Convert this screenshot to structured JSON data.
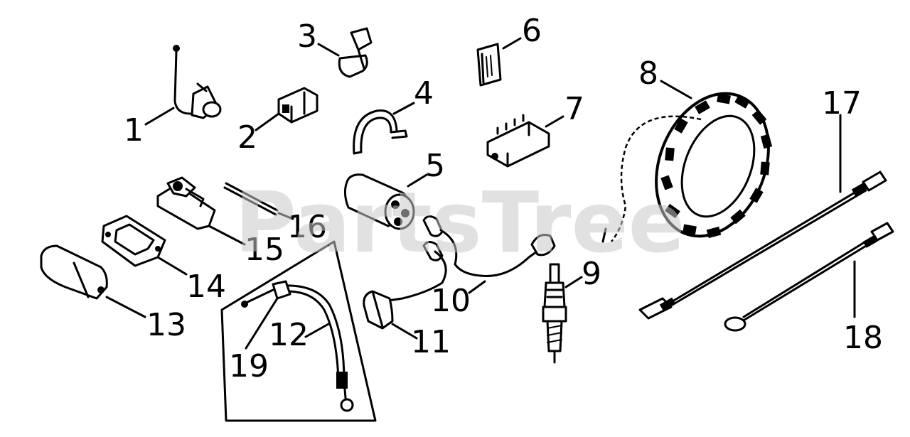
{
  "watermark": "PartsTree",
  "callouts": {
    "c1": "1",
    "c2": "2",
    "c3": "3",
    "c4": "4",
    "c5": "5",
    "c6": "6",
    "c7": "7",
    "c8": "8",
    "c9": "9",
    "c10": "10",
    "c11": "11",
    "c12": "12",
    "c13": "13",
    "c14": "14",
    "c15": "15",
    "c16": "16",
    "c17": "17",
    "c18": "18",
    "c19": "19"
  },
  "colors": {
    "ink": "#000000",
    "watermark": "#c8c8c8",
    "background": "#ffffff"
  }
}
